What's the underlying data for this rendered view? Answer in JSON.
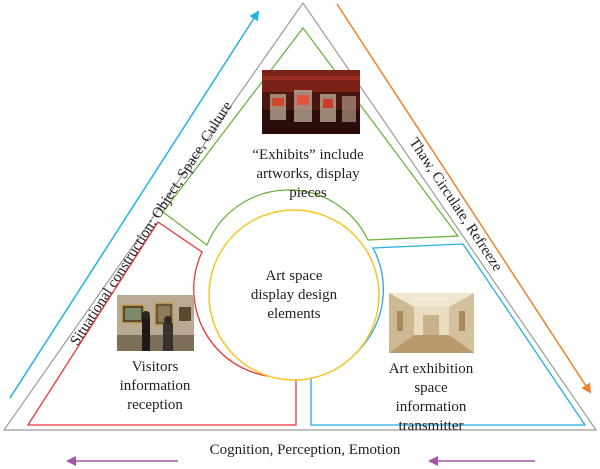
{
  "center_label": "Art space display design elements",
  "center_lines": [
    "Art space",
    "display design",
    "elements"
  ],
  "exhibits": {
    "lines": [
      "“Exhibits” include",
      "artworks, display",
      "pieces"
    ],
    "image": "museum-display-cases-photo"
  },
  "visitors": {
    "lines": [
      "Visitors",
      "information",
      "reception"
    ],
    "image": "visitors-viewing-paintings-photo"
  },
  "exhibition_space": {
    "lines": [
      "Art exhibition",
      "space",
      "information",
      "transmitter"
    ],
    "image": "empty-gallery-hall-photo"
  },
  "left_edge_label": "Situational construction: Object, Space, Culture",
  "right_edge_label": "Thaw, Circulate, Refreeze",
  "bottom_edge_label": "Cognition, Perception, Emotion",
  "colors": {
    "green": "#6db33f",
    "red": "#e8353b",
    "blue": "#27aae1",
    "yellow": "#f7c526",
    "gray": "#9b9b9b",
    "arrow_blue": "#22b2e6",
    "arrow_orange": "#f07f2d",
    "arrow_purple": "#a456a6"
  }
}
